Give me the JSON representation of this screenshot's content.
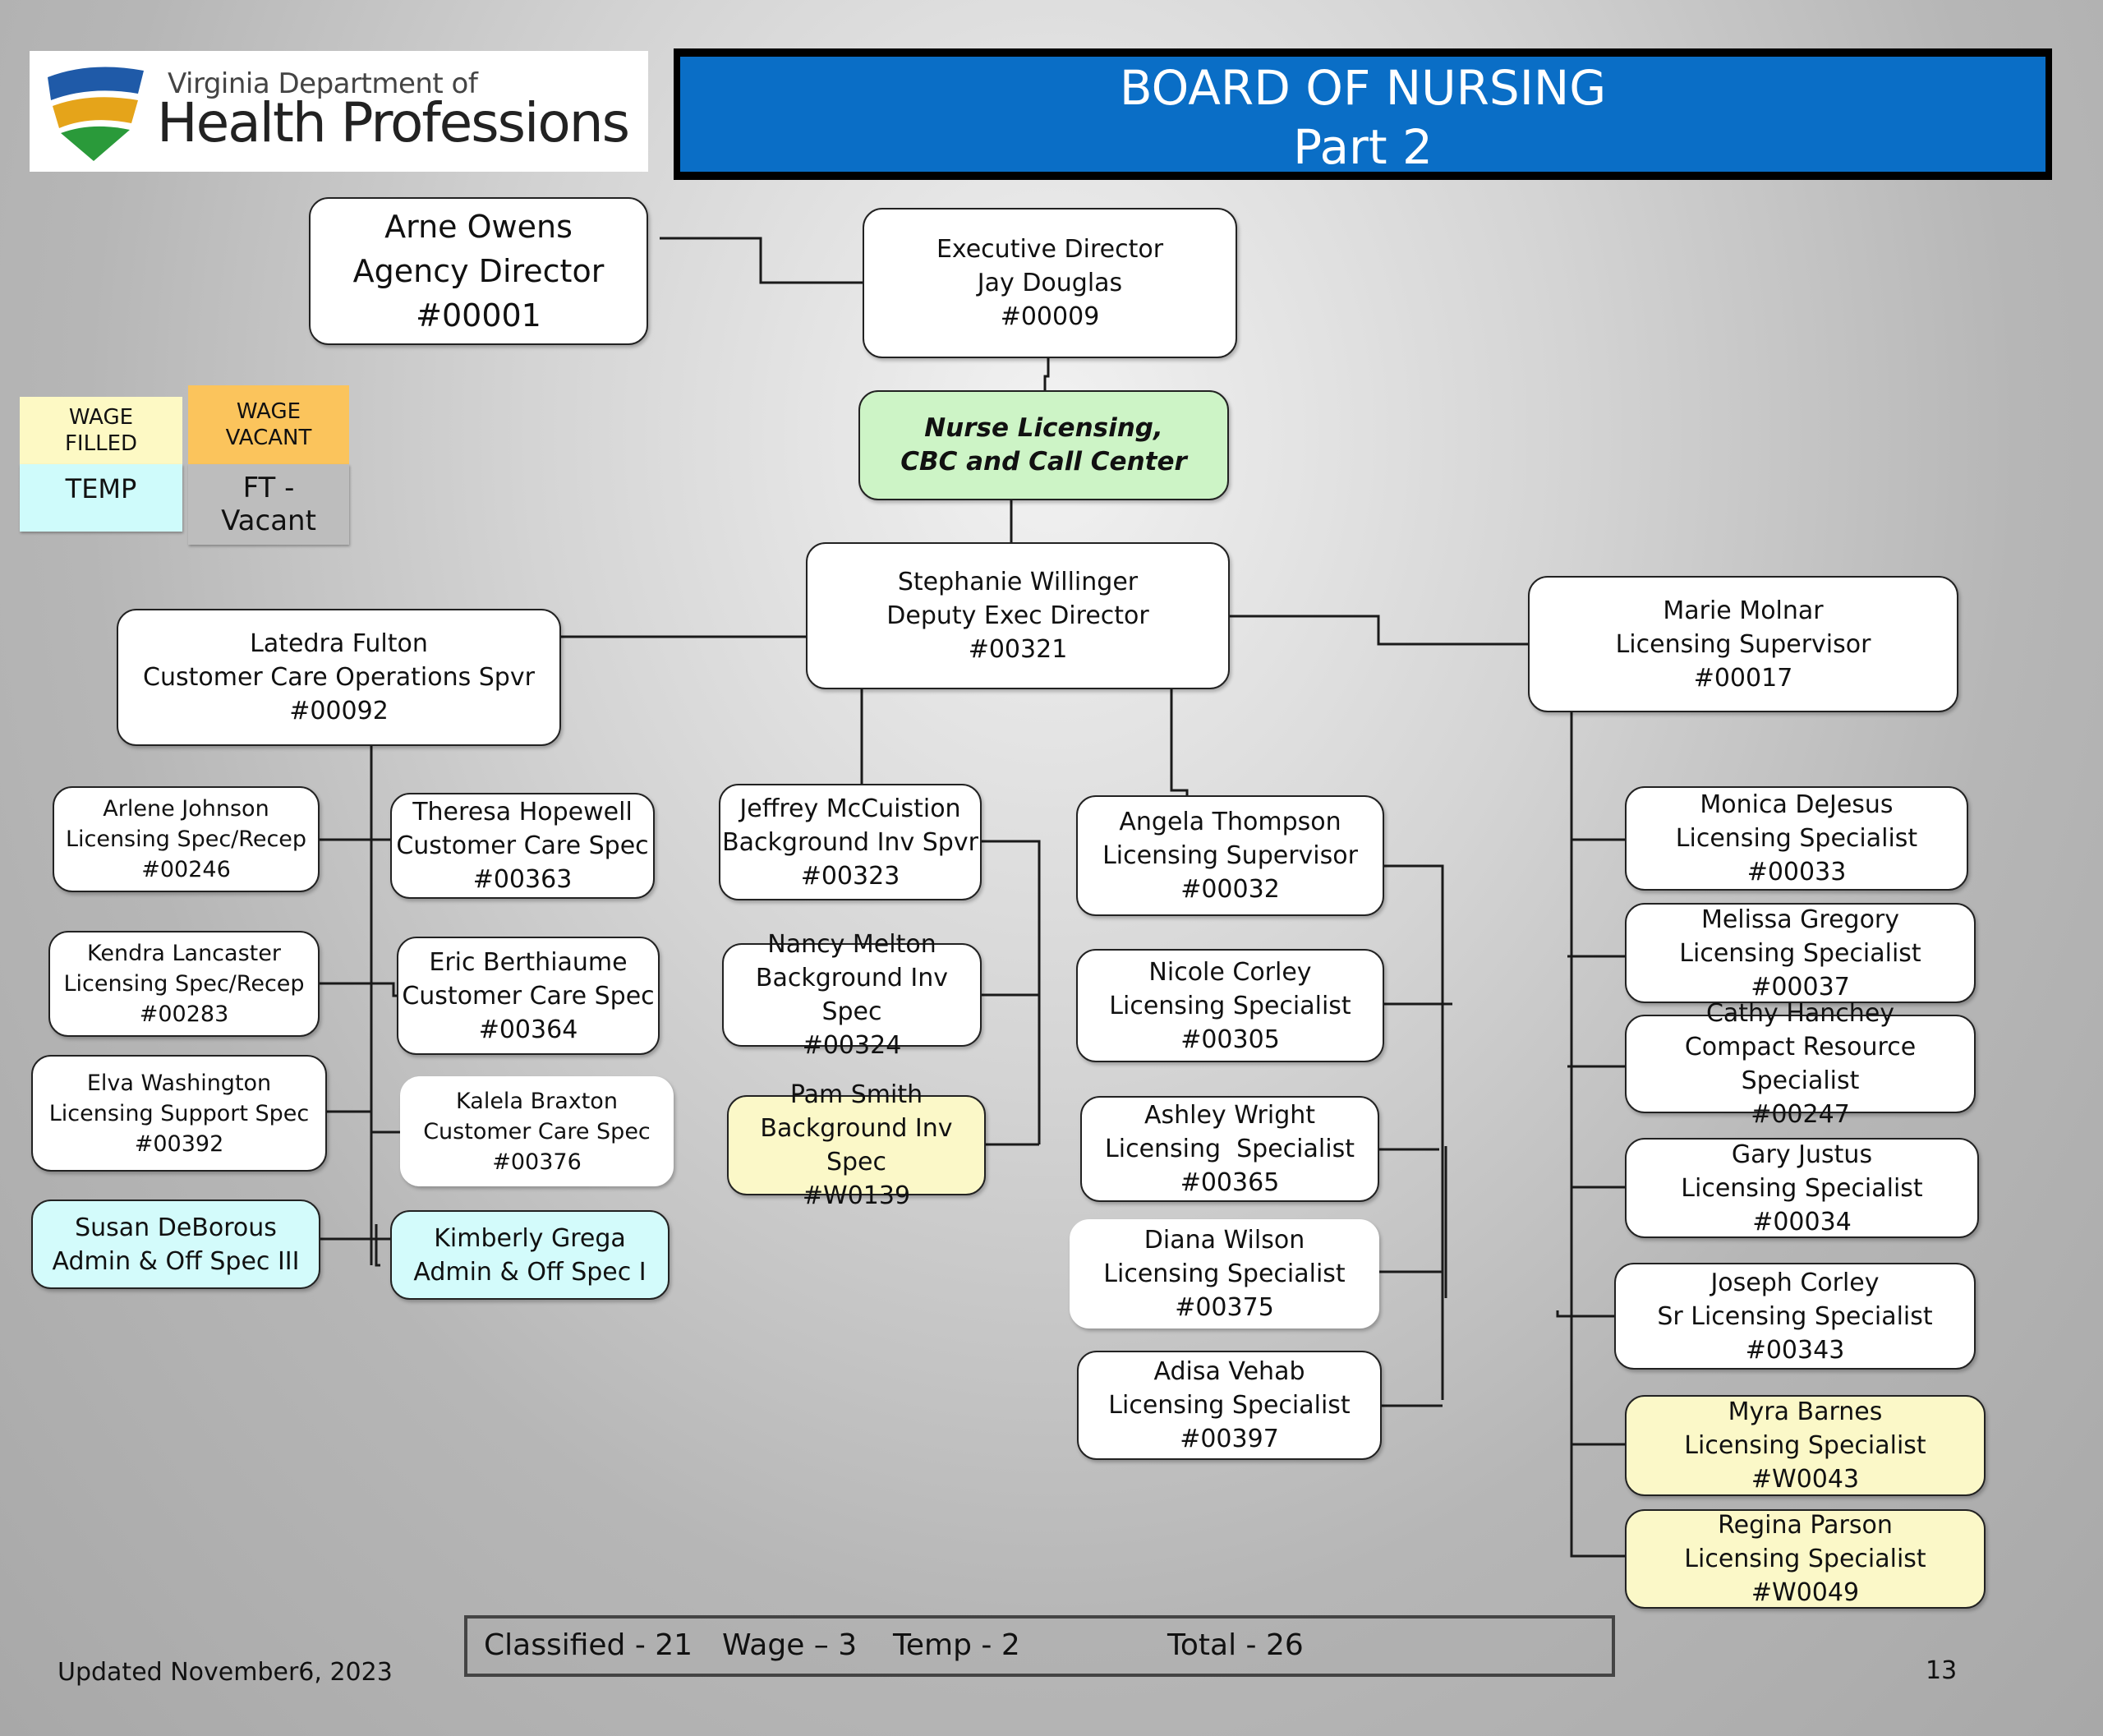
{
  "logo": {
    "line1": "Virginia Department of",
    "line2": "Health Professions",
    "colors": {
      "blue": "#1f5aa8",
      "gold": "#e5a41a",
      "green": "#2a9a3a"
    }
  },
  "title": {
    "line1": "BOARD OF NURSING",
    "line2": "Part 2",
    "color": "#0a6ec6"
  },
  "legend": {
    "wage_filled": {
      "label": "WAGE FILLED",
      "color": "#fdf9c4"
    },
    "temp": {
      "label": "TEMP",
      "color": "#cffbfb"
    },
    "wage_vacant": {
      "label": "WAGE VACANT",
      "color": "#fbc45c"
    },
    "ft_vacant": {
      "label": "FT - Vacant",
      "color": "#bdbdbd"
    }
  },
  "nodes": {
    "agency_director": {
      "lines": [
        "Arne Owens",
        "Agency Director",
        "#00001"
      ]
    },
    "exec_director": {
      "lines": [
        "Executive Director",
        "Jay Douglas",
        "#00009"
      ]
    },
    "department": {
      "lines": [
        "Nurse Licensing,",
        "CBC and Call Center"
      ],
      "color": "#cdf4c6"
    },
    "deputy": {
      "lines": [
        "Stephanie Willinger",
        "Deputy Exec Director",
        "#00321"
      ]
    },
    "latedra": {
      "lines": [
        "Latedra Fulton",
        "Customer Care Operations Spvr",
        "#00092"
      ]
    },
    "marie": {
      "lines": [
        "Marie Molnar",
        "Licensing Supervisor",
        "#00017"
      ]
    },
    "arlene": {
      "lines": [
        "Arlene Johnson",
        "Licensing Spec/Recep",
        "#00246"
      ]
    },
    "theresa": {
      "lines": [
        "Theresa Hopewell",
        "Customer Care Spec",
        "#00363"
      ]
    },
    "kendra": {
      "lines": [
        "Kendra Lancaster",
        "Licensing Spec/Recep",
        "#00283"
      ]
    },
    "eric": {
      "lines": [
        "Eric Berthiaume",
        "Customer Care Spec",
        "#00364"
      ]
    },
    "elva": {
      "lines": [
        "Elva Washington",
        "Licensing Support Spec",
        "#00392"
      ]
    },
    "kalela": {
      "lines": [
        "Kalela Braxton",
        "Customer Care Spec",
        "#00376"
      ]
    },
    "susan": {
      "lines": [
        "Susan DeBorous",
        "Admin & Off Spec III"
      ],
      "type": "temp"
    },
    "kimberly": {
      "lines": [
        "Kimberly Grega",
        "Admin & Off Spec I"
      ],
      "type": "temp"
    },
    "jeffrey": {
      "lines": [
        "Jeffrey McCuistion",
        "Background Inv Spvr",
        "#00323"
      ]
    },
    "nancy": {
      "lines": [
        "Nancy Melton",
        "Background Inv Spec",
        "#00324"
      ]
    },
    "pam": {
      "lines": [
        "Pam Smith",
        "Background Inv Spec",
        "#W0139"
      ],
      "type": "wage"
    },
    "angela": {
      "lines": [
        "Angela Thompson",
        "Licensing Supervisor",
        "#00032"
      ]
    },
    "nicole": {
      "lines": [
        "Nicole Corley",
        "Licensing Specialist",
        "#00305"
      ]
    },
    "ashley": {
      "lines": [
        "Ashley Wright",
        "Licensing  Specialist",
        "#00365"
      ]
    },
    "diana": {
      "lines": [
        "Diana Wilson",
        "Licensing Specialist",
        "#00375"
      ]
    },
    "adisa": {
      "lines": [
        "Adisa Vehab",
        "Licensing Specialist",
        "#00397"
      ]
    },
    "monica": {
      "lines": [
        "Monica DeJesus",
        "Licensing Specialist",
        "#00033"
      ]
    },
    "melissa": {
      "lines": [
        "Melissa Gregory",
        "Licensing Specialist",
        "#00037"
      ]
    },
    "cathy": {
      "lines": [
        "Cathy Hanchey",
        "Compact Resource Specialist",
        "#00247"
      ]
    },
    "gary": {
      "lines": [
        "Gary Justus",
        "Licensing Specialist",
        "#00034"
      ]
    },
    "joseph": {
      "lines": [
        "Joseph Corley",
        "Sr Licensing Specialist",
        "#00343"
      ]
    },
    "myra": {
      "lines": [
        "Myra Barnes",
        "Licensing Specialist",
        "#W0043"
      ],
      "type": "wage"
    },
    "regina": {
      "lines": [
        "Regina Parson",
        "Licensing Specialist",
        "#W0049"
      ],
      "type": "wage"
    }
  },
  "summary": {
    "classified": "Classified - 21",
    "wage": "Wage – 3",
    "temp": "Temp - 2",
    "total": "Total - 26"
  },
  "footer": {
    "updated": "Updated November6, 2023",
    "page_number": "13"
  }
}
